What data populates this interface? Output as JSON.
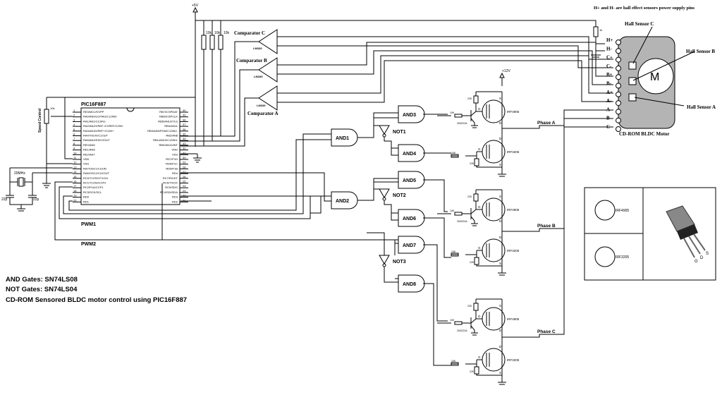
{
  "power": {
    "vcc5": "+5V",
    "vcc12": "+12V"
  },
  "resistors": {
    "pullup": "10k",
    "pot": "10k",
    "hall": "1k",
    "gate_base": "10K",
    "gate_low": "10K",
    "pull": "22K"
  },
  "speed_control": "Speed Control",
  "crystal": {
    "freq": "20MHz",
    "cap1": "22p",
    "cap2": "22p"
  },
  "mcu": {
    "name": "PIC16F887",
    "left_pins": [
      [
        "1",
        "RE3/MCLR/VPP"
      ],
      [
        "2",
        "RA0/AN0/ULPWU/C12IN0-"
      ],
      [
        "3",
        "RA1/AN1/C12IN1-"
      ],
      [
        "4",
        "RA2/AN2/VREF-/CVREF/C2IN+"
      ],
      [
        "5",
        "RA3/AN3/VREF+/C1IN+"
      ],
      [
        "6",
        "RA4/T0CKI/C1OUT"
      ],
      [
        "7",
        "RA5/AN4/SS/C2OUT"
      ],
      [
        "8",
        "RE0/AN5"
      ],
      [
        "9",
        "RE1/AN6"
      ],
      [
        "10",
        "RE2/AN7"
      ],
      [
        "11",
        "VDD"
      ],
      [
        "12",
        "VSS"
      ],
      [
        "13",
        "RA7/OSC1/CLKIN"
      ],
      [
        "14",
        "RA6/OSC2/CLKOUT"
      ],
      [
        "15",
        "RC0/T1OSO/T1CKI"
      ],
      [
        "16",
        "RC1/T1OSI/CCP2"
      ],
      [
        "17",
        "RC2/P1A/CCP1"
      ],
      [
        "18",
        "RC3/SCK/SCL"
      ],
      [
        "19",
        "RD0"
      ],
      [
        "20",
        "RD1"
      ]
    ],
    "right_pins": [
      [
        "40",
        "RB7/ICSPDAT"
      ],
      [
        "39",
        "RB6/ICSPCLK"
      ],
      [
        "38",
        "RB5/AN13/T1G"
      ],
      [
        "37",
        "RB4/AN11"
      ],
      [
        "36",
        "RB3/AN9/PGM/C12IN2-"
      ],
      [
        "35",
        "RB2/AN8"
      ],
      [
        "34",
        "RB1/AN10/C12IN3-"
      ],
      [
        "33",
        "RB0/AN12/INT"
      ],
      [
        "32",
        "VDD"
      ],
      [
        "31",
        "VSS"
      ],
      [
        "30",
        "RD7/P1D"
      ],
      [
        "29",
        "RD6/P1C"
      ],
      [
        "28",
        "RD5/P1B"
      ],
      [
        "27",
        "RD4"
      ],
      [
        "26",
        "RC7/RX/DT"
      ],
      [
        "25",
        "RC6/TX/CK"
      ],
      [
        "24",
        "RC5/SDO"
      ],
      [
        "23",
        "RC4/SDI/SDA"
      ],
      [
        "22",
        "RD3"
      ],
      [
        "21",
        "RD2"
      ]
    ]
  },
  "comparators": {
    "c": "Comparator C",
    "b": "Comparator B",
    "a": "Comparator A",
    "part": "LM339",
    "plus": "+",
    "minus": "−"
  },
  "gates": {
    "and": [
      "AND1",
      "AND2",
      "AND3",
      "AND4",
      "AND5",
      "AND6",
      "AND7",
      "AND8"
    ],
    "not": [
      "NOT1",
      "NOT2",
      "NOT3"
    ]
  },
  "transistors": {
    "npn": "2N2222A",
    "high": "IRF4905",
    "low": "IRF3205",
    "s": "S",
    "d": "D",
    "g": "G"
  },
  "phases": [
    "Phase A",
    "Phase B",
    "Phase C"
  ],
  "signals": {
    "pwm1": "PWM1",
    "pwm2": "PWM2"
  },
  "motor": {
    "note": "H+ and H- are hall effect sensors power supply pins",
    "title": "CD-ROM BLDC Motor",
    "pins": [
      "H+",
      "H-",
      "C+",
      "C-",
      "B+",
      "B-",
      "A+",
      "A-",
      "A",
      "B",
      "C"
    ],
    "symbol": "M",
    "hall": [
      "Hall Sensor C",
      "Hall Sensor B",
      "Hall Sensor A"
    ],
    "body_color": "#b4b4b4"
  },
  "notes": [
    "AND Gates: SN74LS08",
    "NOT Gates: SN74LS04",
    "CD-ROM Sensored BLDC motor control using PIC16F887"
  ],
  "legend": {
    "high": "IRF4905",
    "low": "IRF3205",
    "pins": [
      "S",
      "D",
      "G"
    ]
  }
}
